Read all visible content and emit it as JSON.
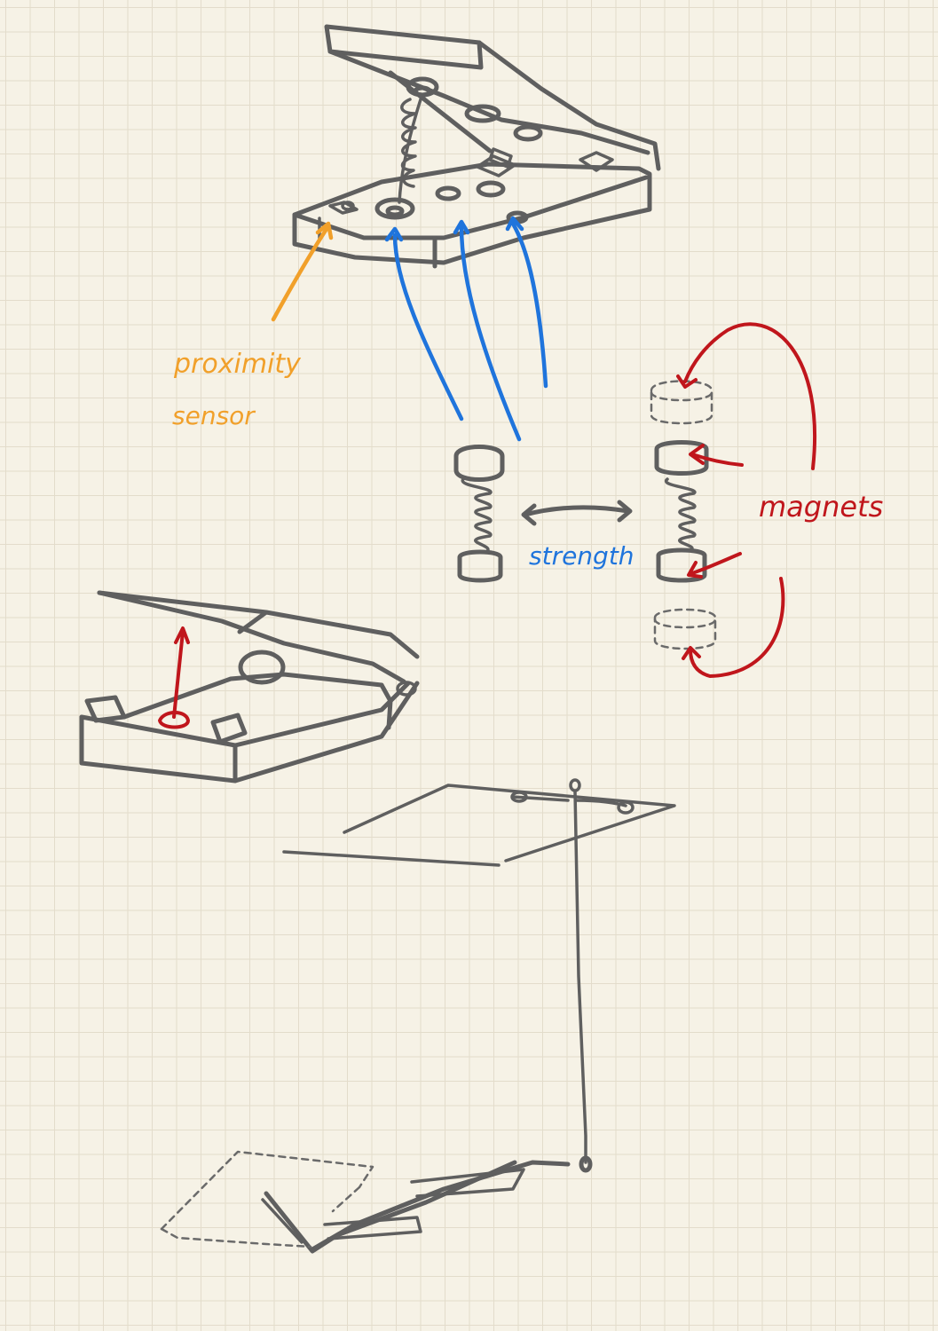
{
  "labels": {
    "proximity_line1": "proximity",
    "proximity_line2": "sensor",
    "strength": "strength",
    "magnets": "magnets"
  },
  "colors": {
    "ink": "#5f5f5f",
    "blue": "#1f74dc",
    "red": "#c0161c",
    "orange": "#f1a02a",
    "paper": "#f6f2e6",
    "grid": "#e3dccb"
  }
}
